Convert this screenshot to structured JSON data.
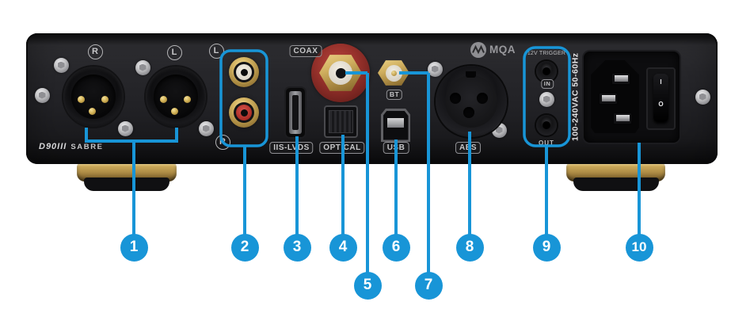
{
  "colors": {
    "accent": "#1895d7",
    "panel": "#232327",
    "brass": "#b5964a",
    "background": "#ffffff"
  },
  "device": {
    "model": "D90III",
    "series": "SABRE",
    "mqa_logo": "MQA",
    "power_rating": "100-240VAC 50-60Hz"
  },
  "ports": {
    "xlr_right": "R",
    "xlr_left": "L",
    "rca_top": "L",
    "rca_bottom": "R",
    "coax": "COAX",
    "iis": "IIS-LVDS",
    "optical": "OPTICAL",
    "usb": "USB",
    "bt": "BT",
    "aes": "AES",
    "trigger_title": "12V TRIGGER",
    "trigger_in": "IN",
    "trigger_out": "OUT",
    "switch_on": "I",
    "switch_off": "O"
  },
  "callouts": [
    {
      "number": "1"
    },
    {
      "number": "2"
    },
    {
      "number": "3"
    },
    {
      "number": "4"
    },
    {
      "number": "5"
    },
    {
      "number": "6"
    },
    {
      "number": "7"
    },
    {
      "number": "8"
    },
    {
      "number": "9"
    },
    {
      "number": "10"
    }
  ]
}
